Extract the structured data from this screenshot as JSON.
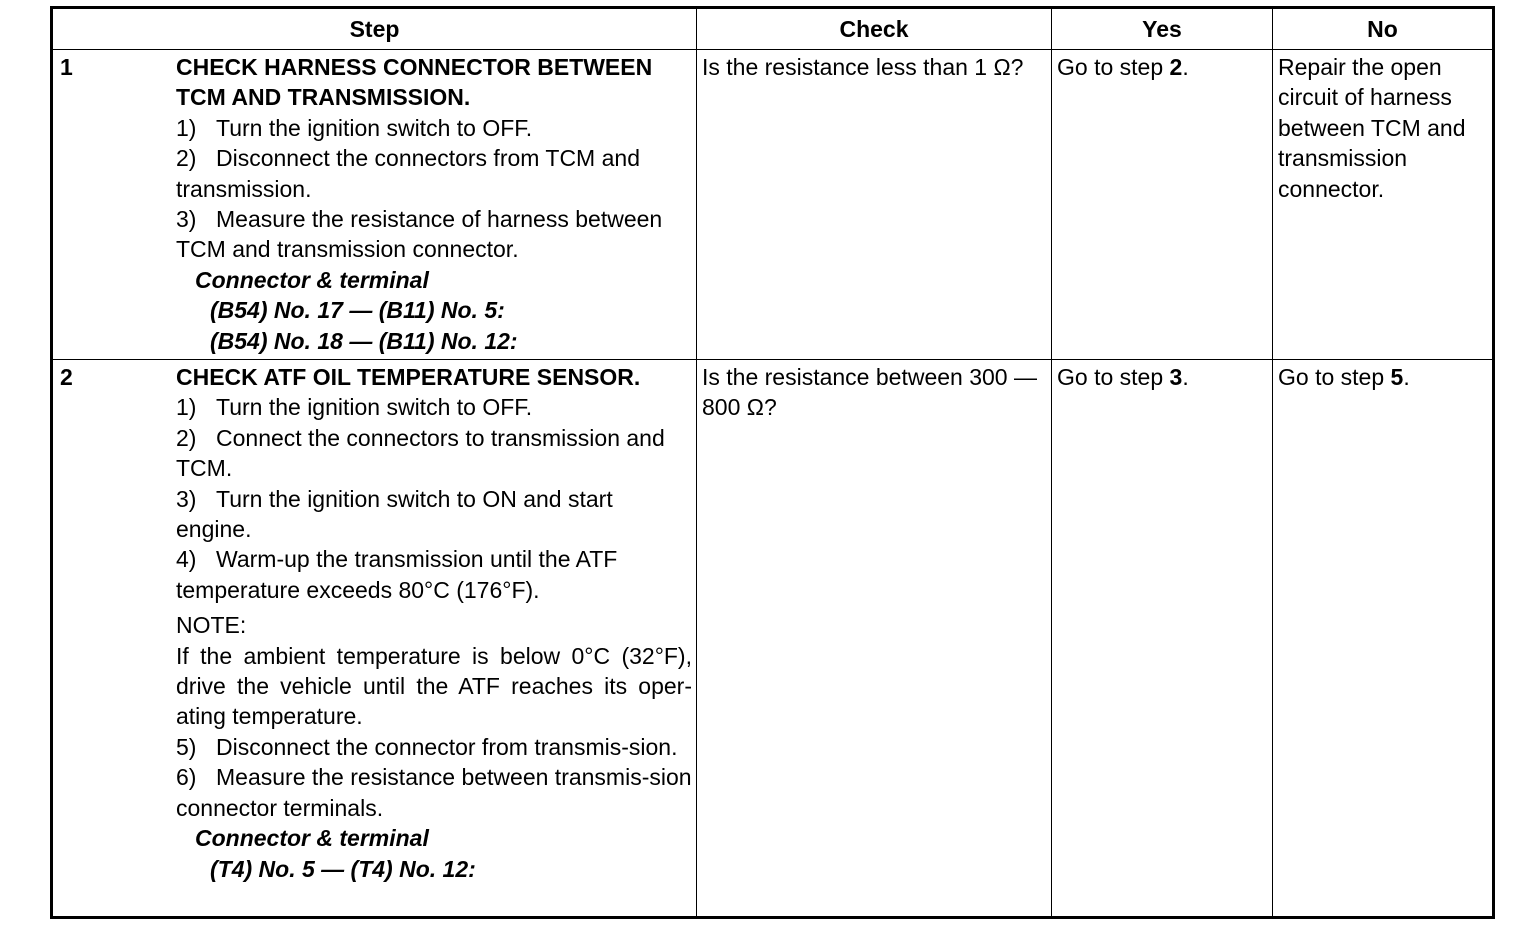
{
  "table": {
    "headers": {
      "step": "Step",
      "check": "Check",
      "yes": "Yes",
      "no": "No"
    },
    "rows": [
      {
        "number": "1",
        "title": "CHECK HARNESS CONNECTOR BETWEEN TCM AND TRANSMISSION.",
        "substeps": [
          {
            "n": "1)",
            "text": "Turn the ignition switch to OFF."
          },
          {
            "n": "2)",
            "text": "Disconnect the connectors from TCM and transmission."
          },
          {
            "n": "3)",
            "text": "Measure the resistance of harness between TCM and transmission connector."
          }
        ],
        "connector_title": "Connector & terminal",
        "terminals": [
          "(B54) No. 17 — (B11) No. 5:",
          "(B54) No. 18 — (B11) No. 12:"
        ],
        "check": "Is the resistance less than 1 Ω?",
        "yes_prefix": "Go to step ",
        "yes_step": "2",
        "yes_suffix": ".",
        "no": "Repair the open circuit of harness between TCM and transmission connector."
      },
      {
        "number": "2",
        "title": "CHECK ATF OIL TEMPERATURE SENSOR.",
        "substeps_a": [
          {
            "n": "1)",
            "text": "Turn the ignition switch to OFF."
          },
          {
            "n": "2)",
            "text": "Connect the connectors to transmission and TCM."
          },
          {
            "n": "3)",
            "text": "Turn the ignition switch to ON and start engine."
          },
          {
            "n": "4)",
            "text": "Warm-up the transmission until the ATF temperature exceeds 80°C (176°F)."
          }
        ],
        "note_label": "NOTE:",
        "note_text": "If the ambient temperature is below 0°C (32°F), drive the vehicle until the ATF reaches its oper-ating temperature.",
        "substeps_b": [
          {
            "n": "5)",
            "text": "Disconnect the connector from transmis-sion."
          },
          {
            "n": "6)",
            "text": "Measure the resistance between transmis-sion connector terminals."
          }
        ],
        "connector_title": "Connector & terminal",
        "terminals": [
          "(T4) No. 5 — (T4) No. 12:"
        ],
        "check": "Is the resistance between 300 — 800 Ω?",
        "yes_prefix": "Go to step ",
        "yes_step": "3",
        "yes_suffix": ".",
        "no_prefix": "Go to step ",
        "no_step": "5",
        "no_suffix": "."
      }
    ]
  }
}
